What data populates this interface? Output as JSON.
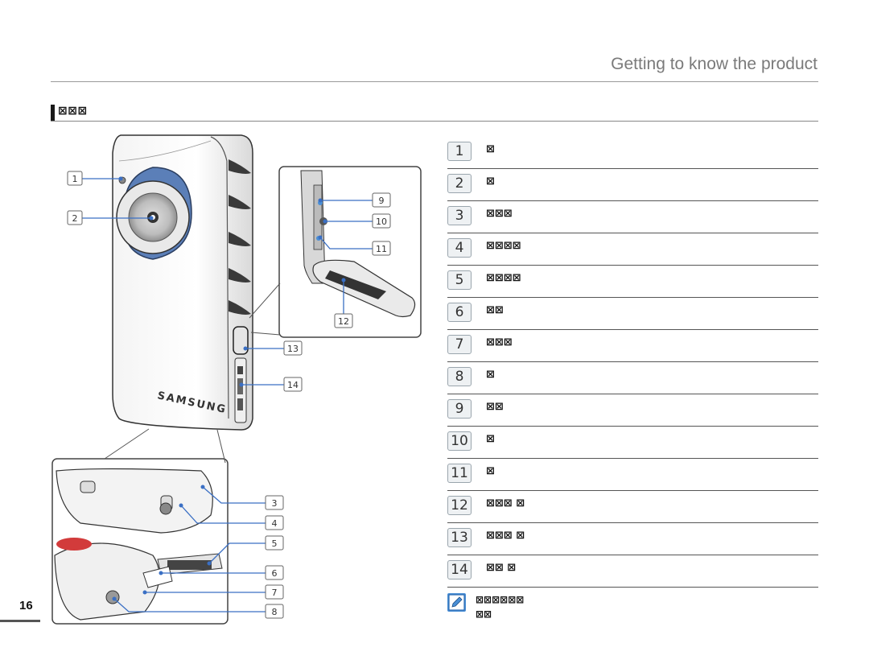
{
  "header": {
    "title": "Getting to know the product"
  },
  "section": {
    "title": "⊠⊠⊠"
  },
  "parts": [
    {
      "num": "1",
      "label": "⊠"
    },
    {
      "num": "2",
      "label": "⊠"
    },
    {
      "num": "3",
      "label": "⊠⊠⊠"
    },
    {
      "num": "4",
      "label": "⊠⊠⊠⊠"
    },
    {
      "num": "5",
      "label": "⊠⊠⊠⊠"
    },
    {
      "num": "6",
      "label": "⊠⊠"
    },
    {
      "num": "7",
      "label": "⊠⊠⊠"
    },
    {
      "num": "8",
      "label": "⊠"
    },
    {
      "num": "9",
      "label": "⊠⊠"
    },
    {
      "num": "10",
      "label": "⊠"
    },
    {
      "num": "11",
      "label": "⊠"
    },
    {
      "num": "12",
      "label": "⊠⊠⊠ ⊠"
    },
    {
      "num": "13",
      "label": "⊠⊠⊠ ⊠"
    },
    {
      "num": "14",
      "label": "⊠⊠ ⊠"
    }
  ],
  "callouts": [
    "1",
    "2",
    "3",
    "4",
    "5",
    "6",
    "7",
    "8",
    "9",
    "10",
    "11",
    "12",
    "13",
    "14"
  ],
  "brand": "SAMSUNG",
  "note": {
    "icon": "note-pencil-icon",
    "line1": "⊠⊠⊠⊠⊠⊠",
    "line2": "⊠⊠"
  },
  "page": {
    "number": "16"
  },
  "colors": {
    "accent_blue": "#4a8fd6",
    "lens_ring": "#5b7fb8",
    "callout_line": "#3a6fc4"
  }
}
